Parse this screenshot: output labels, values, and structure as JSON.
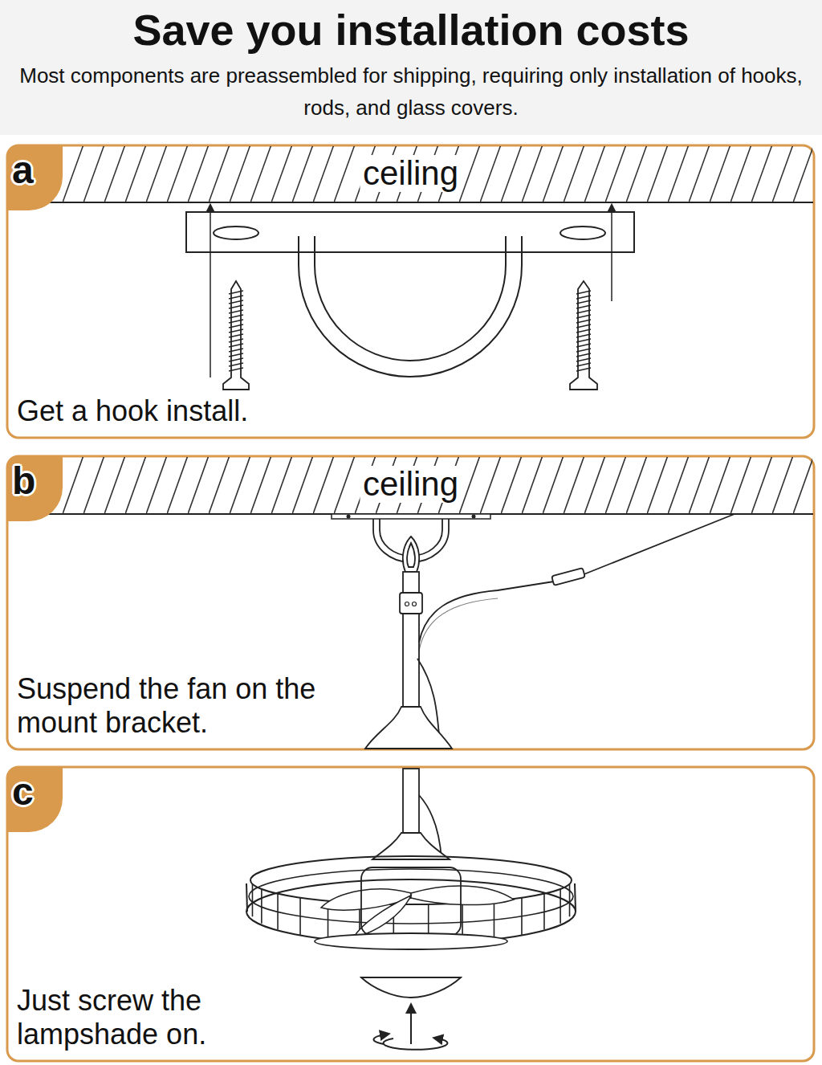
{
  "diagram": {
    "title": "Save you installation costs",
    "nodes": [
      {
        "text": [
          "a",
          "ceiling",
          "Get a hook install."
        ]
      },
      {
        "text": [
          "b",
          "ceiling",
          "Suspend the fan on the mount bracket."
        ]
      },
      {
        "text": [
          "c",
          "Just screw the lampshade on."
        ]
      }
    ],
    "labels": [
      "Most components are preassembled for shipping, requiring only installation of hooks, rods, and glass covers."
    ]
  }
}
